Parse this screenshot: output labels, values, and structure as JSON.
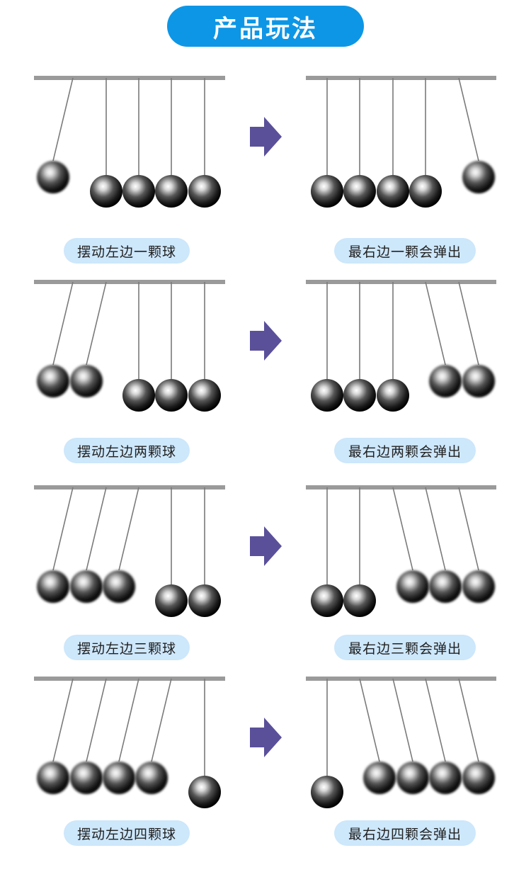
{
  "title": "产品玩法",
  "colors": {
    "accent": "#0e96e6",
    "caption_bg": "#cde7fb",
    "arrow": "#5a509a"
  },
  "icons": {
    "arrow": "right-arrow-icon",
    "ball": "steel-ball-icon"
  },
  "rows": [
    {
      "left_caption": "摆动左边一颗球",
      "right_caption": "最右边一颗会弹出",
      "count": 1
    },
    {
      "left_caption": "摆动左边两颗球",
      "right_caption": "最右边两颗会弹出",
      "count": 2
    },
    {
      "left_caption": "摆动左边三颗球",
      "right_caption": "最右边三颗会弹出",
      "count": 3
    },
    {
      "left_caption": "摆动左边四颗球",
      "right_caption": "最右边四颗会弹出",
      "count": 4
    }
  ]
}
